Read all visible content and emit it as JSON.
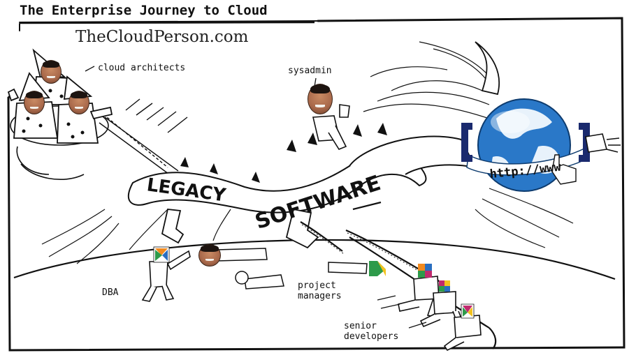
{
  "header": {
    "title": "The Enterprise Journey to Cloud",
    "site": "TheCloudPerson.com"
  },
  "labels": {
    "cloud_architects": "cloud architects",
    "sysadmin": "sysadmin",
    "dba": "DBA",
    "project_managers_line1": "project",
    "project_managers_line2": "managers",
    "senior_developers_line1": "senior",
    "senior_developers_line2": "developers"
  },
  "dragon": {
    "body_text_1": "LEGACY",
    "body_text_2": "SOFTWARE"
  },
  "globe": {
    "url_text": "http://www"
  },
  "colors": {
    "ink": "#111111",
    "globe_blue": "#2a78c8",
    "bracket_navy": "#1a2a6e",
    "logo_green": "#2e9a4a",
    "logo_orange": "#f28a1e",
    "logo_blue": "#2a6ec0",
    "logo_magenta": "#c02a6e"
  }
}
